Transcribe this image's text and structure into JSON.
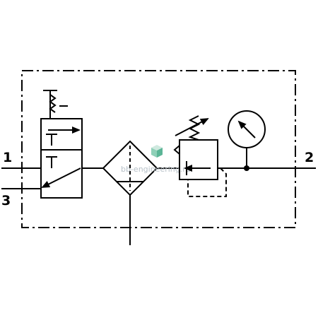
{
  "ports": {
    "inlet": "1",
    "outlet": "2",
    "exhaust": "3"
  },
  "watermark": {
    "text": "bb-engineering.ru",
    "icon": "cube-logo-icon"
  },
  "colors": {
    "line": "#000000",
    "background": "#ffffff",
    "watermark_text": "#b7c1c8",
    "watermark_cube_top": "#cfe9df",
    "watermark_cube_left": "#8fd0b8",
    "watermark_cube_right": "#5bb596"
  }
}
